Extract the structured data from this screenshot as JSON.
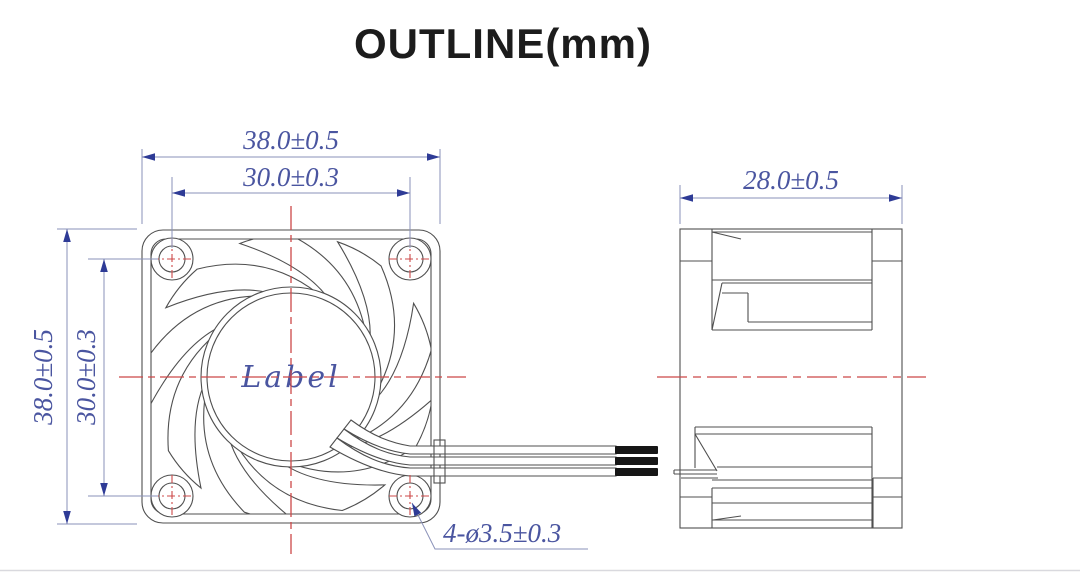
{
  "title": "OUTLINE(mm)",
  "front_view": {
    "hub_label": "Label",
    "dims": {
      "width_outer": "38.0±0.5",
      "width_holes": "30.0±0.3",
      "height_outer": "38.0±0.5",
      "height_holes": "30.0±0.3",
      "mounting_holes": "4-ø3.5±0.3"
    }
  },
  "side_view": {
    "dims": {
      "depth": "28.0±0.5"
    }
  },
  "colors": {
    "dimension_text": "#4a55a0",
    "dimension_line": "#8a91b8",
    "arrow": "#2e3b96",
    "centerline": "#cc4848",
    "outline": "#4f4f4f",
    "title": "#1c1c1c",
    "wire_tip": "#161616"
  }
}
